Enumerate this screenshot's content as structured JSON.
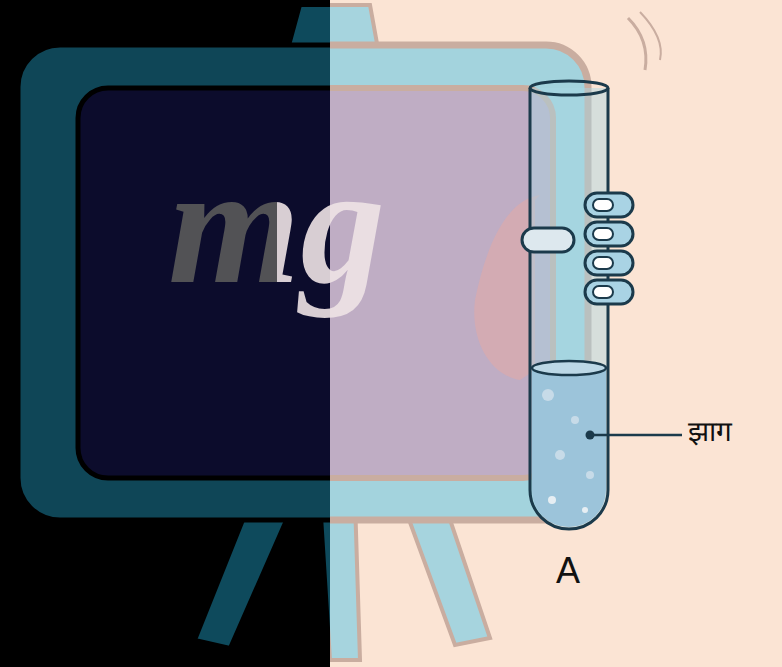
{
  "diagram": {
    "labels": [
      "mg",
      "झाग",
      "A"
    ]
  }
}
